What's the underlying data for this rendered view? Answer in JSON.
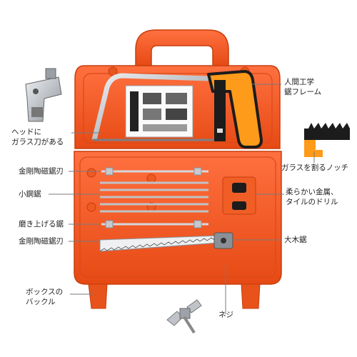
{
  "colors": {
    "case": "#f2541e",
    "case_dark": "#d94210",
    "case_light": "#ff7a42",
    "steel": "#c9ccd1",
    "steel_dark": "#8b9097",
    "handle": "#ff9b1a",
    "handle_dark": "#1c1c1c",
    "leader": "#7a7a7a"
  },
  "labels": {
    "frame": [
      "人間工学",
      "鋸フレーム"
    ],
    "glass_head": [
      "ヘッドに",
      "ガラス刀がある"
    ],
    "notch": "ガラスを割るノッチ",
    "carbide_top": "金剛陶磁鋸刃",
    "small_saw": "小鋼鋸",
    "drill": [
      "柔らかい金属、",
      "タイルのドリル"
    ],
    "polish": "磨き上げる鋸",
    "carbide_bottom": "金剛陶磁鋸刃",
    "wood_saw": "大木鋸",
    "buckle": [
      "ボックスの",
      "バックル"
    ],
    "screw": "ネジ"
  },
  "icons": {
    "glass_cutter_head": "glass-cutter-head-icon",
    "notch_tool": "glass-breaking-notch-icon",
    "wing_screw": "wing-screw-icon"
  }
}
